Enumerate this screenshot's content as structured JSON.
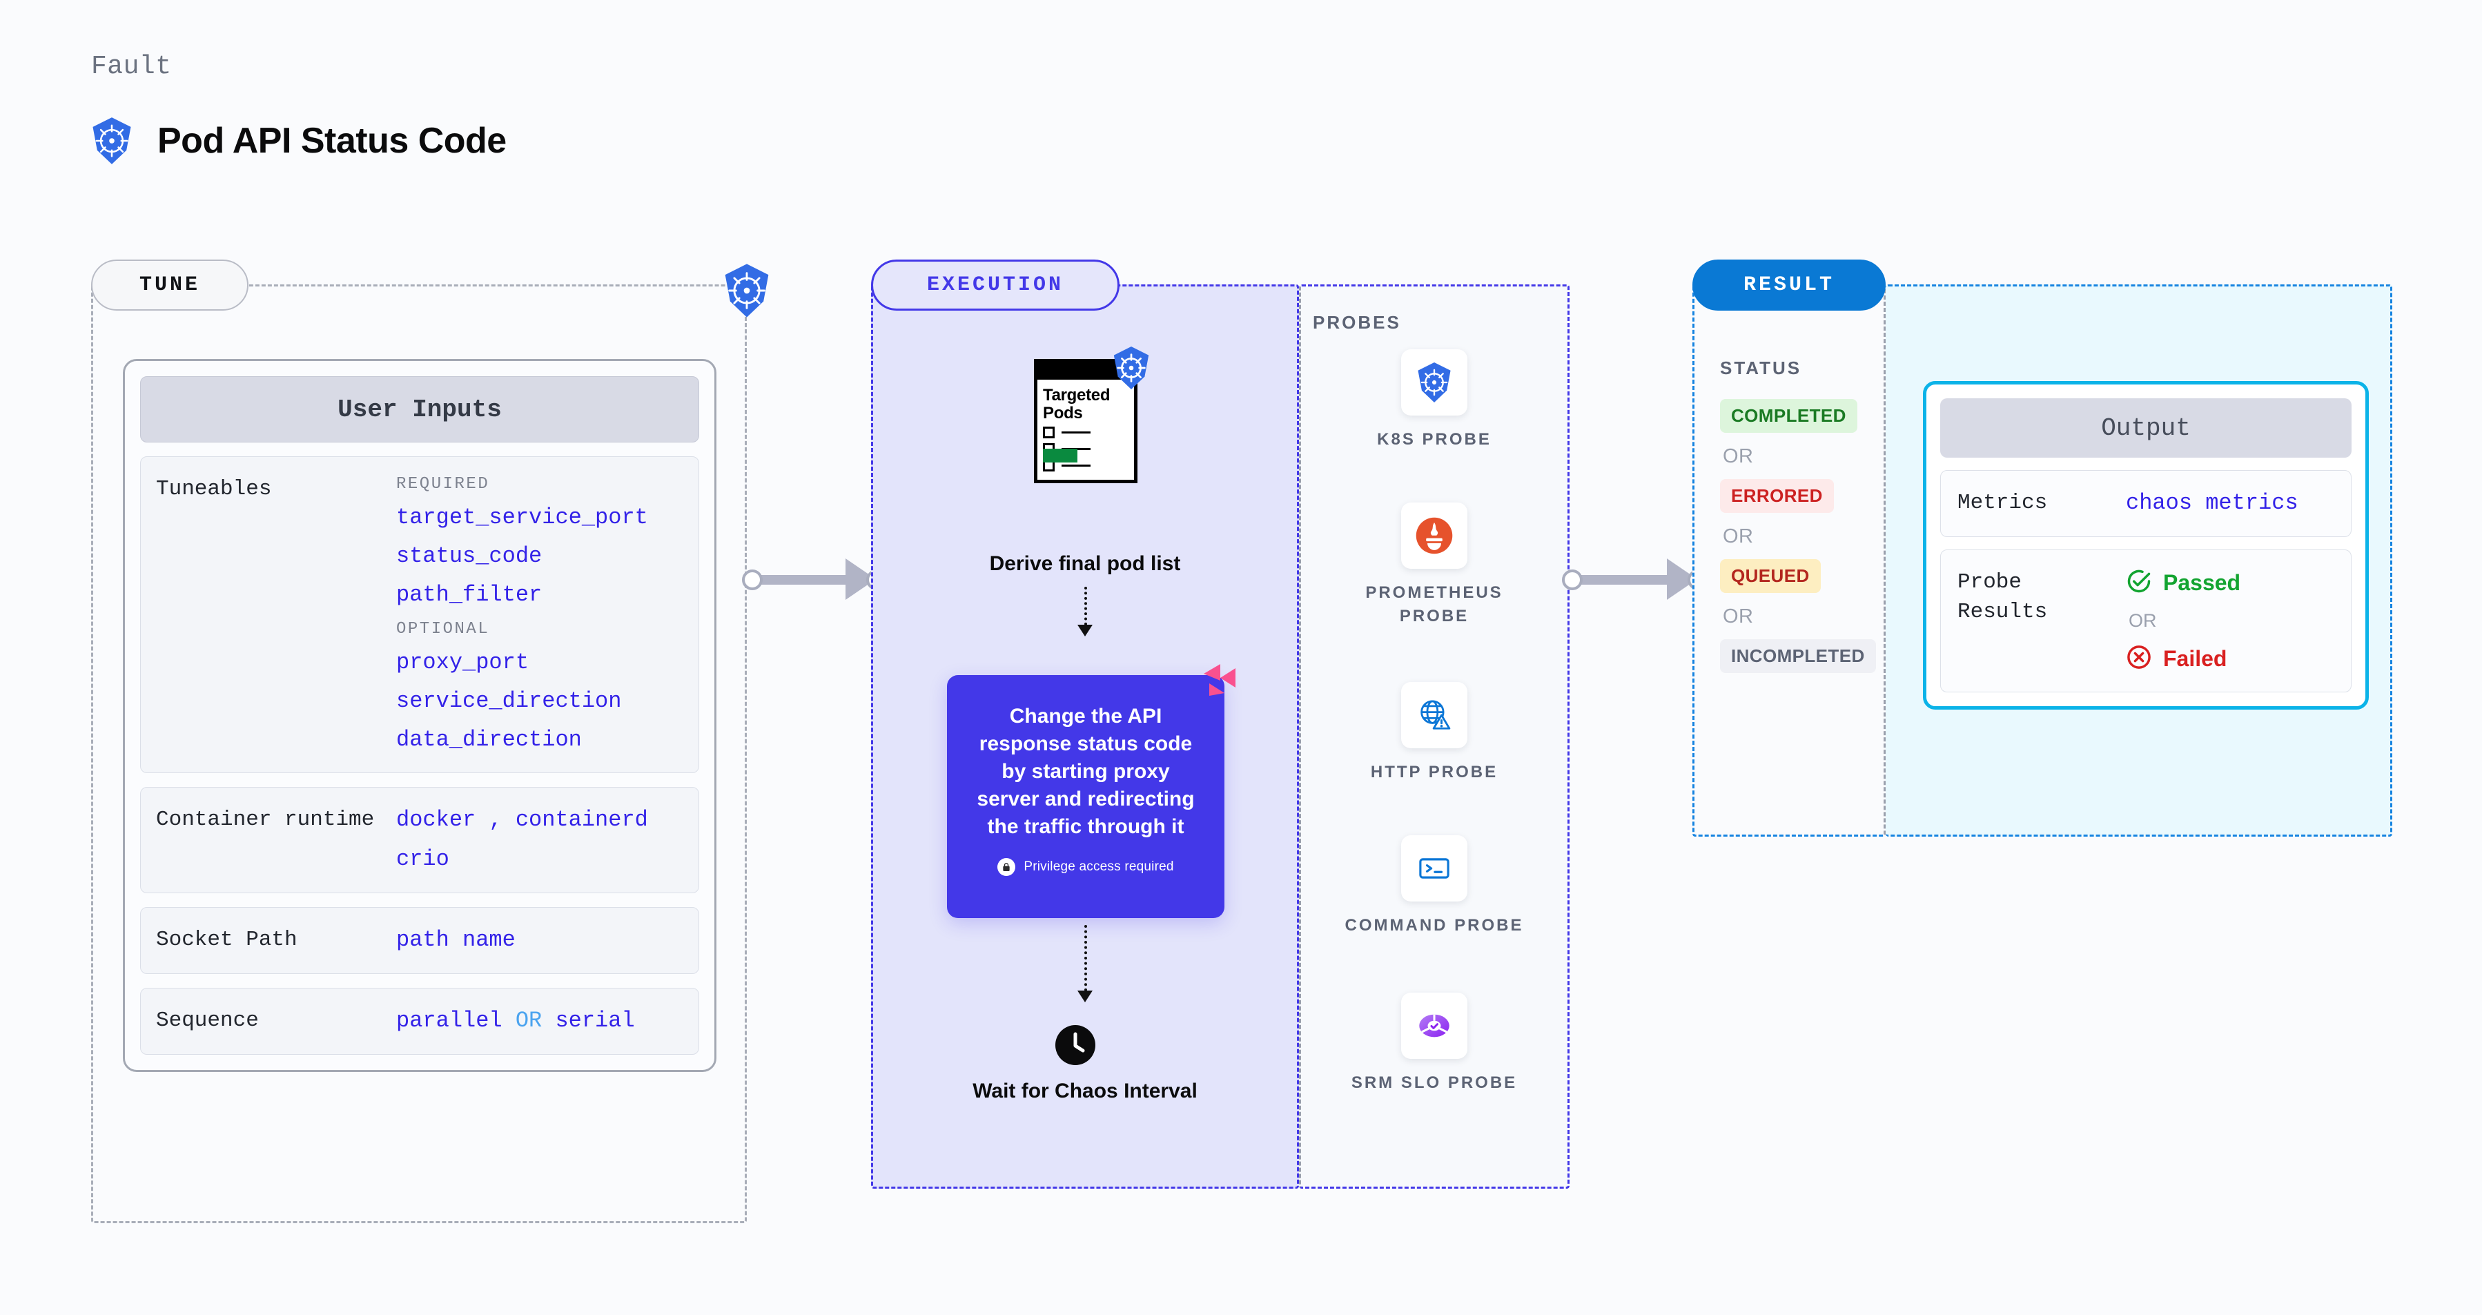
{
  "header": {
    "eyebrow": "Fault",
    "title": "Pod API Status Code",
    "icon": "kubernetes-icon"
  },
  "colors": {
    "accent_purple": "#4338e8",
    "accent_blue": "#0a79d4",
    "accent_cyan": "#0bb3e8",
    "code_blue": "#3322e8",
    "muted": "#5c6374",
    "status_completed": "#1a7a23",
    "status_errored": "#cc2121",
    "status_queued": "#b3261e",
    "status_incompleted": "#5c6374",
    "passed_green": "#13a431",
    "failed_red": "#d92020"
  },
  "tune": {
    "badge": "TUNE",
    "border_icon": "kubernetes-icon",
    "card": {
      "header": "User Inputs",
      "rows": [
        {
          "label": "Tuneables",
          "groups": [
            {
              "heading": "REQUIRED",
              "items": [
                "target_service_port",
                "status_code",
                "path_filter"
              ]
            },
            {
              "heading": "OPTIONAL",
              "items": [
                "proxy_port",
                "service_direction",
                "data_direction"
              ]
            }
          ]
        },
        {
          "label": "Container runtime",
          "values": [
            "docker , containerd",
            "crio"
          ]
        },
        {
          "label": "Socket Path",
          "values": [
            "path name"
          ]
        },
        {
          "label": "Sequence",
          "value_parallel": "parallel",
          "value_or": "OR",
          "value_serial": "serial"
        }
      ]
    }
  },
  "execution": {
    "badge": "EXECUTION",
    "step1": {
      "doc_title": "Targeted Pods",
      "caption": "Derive final pod list",
      "icon": "kubernetes-icon",
      "doc_icon": "targeted-pods-document-icon"
    },
    "action": {
      "text": "Change the API response status code by starting proxy server and redirecting the traffic through it",
      "privilege_note": "Privilege access required",
      "privilege_icon": "lock-icon",
      "corner_icon": "harness-logo-icon"
    },
    "step3": {
      "caption": "Wait for Chaos Interval",
      "icon": "clock-icon"
    }
  },
  "probes": {
    "title": "PROBES",
    "items": [
      {
        "name": "K8S PROBE",
        "icon": "kubernetes-icon"
      },
      {
        "name": "PROMETHEUS PROBE",
        "icon": "prometheus-icon"
      },
      {
        "name": "HTTP PROBE",
        "icon": "http-globe-warning-icon"
      },
      {
        "name": "COMMAND PROBE",
        "icon": "terminal-icon"
      },
      {
        "name": "SRM SLO PROBE",
        "icon": "srm-slo-donut-icon"
      }
    ]
  },
  "result": {
    "badge": "RESULT",
    "status_title": "STATUS",
    "or_label": "OR",
    "statuses": [
      {
        "label": "COMPLETED",
        "bg": "#ddf5dc",
        "fg": "#1a7a23"
      },
      {
        "label": "ERRORED",
        "bg": "#fdeaea",
        "fg": "#cc2121"
      },
      {
        "label": "QUEUED",
        "bg": "#fdeec1",
        "fg": "#b3261e"
      },
      {
        "label": "INCOMPLETED",
        "bg": "#eff0f5",
        "fg": "#5c6374"
      }
    ],
    "output": {
      "header": "Output",
      "metrics_label": "Metrics",
      "metrics_value": "chaos metrics",
      "probe_results_label": "Probe Results",
      "passed_label": "Passed",
      "passed_icon": "check-circle-icon",
      "or_label": "OR",
      "failed_label": "Failed",
      "failed_icon": "x-circle-icon"
    }
  }
}
